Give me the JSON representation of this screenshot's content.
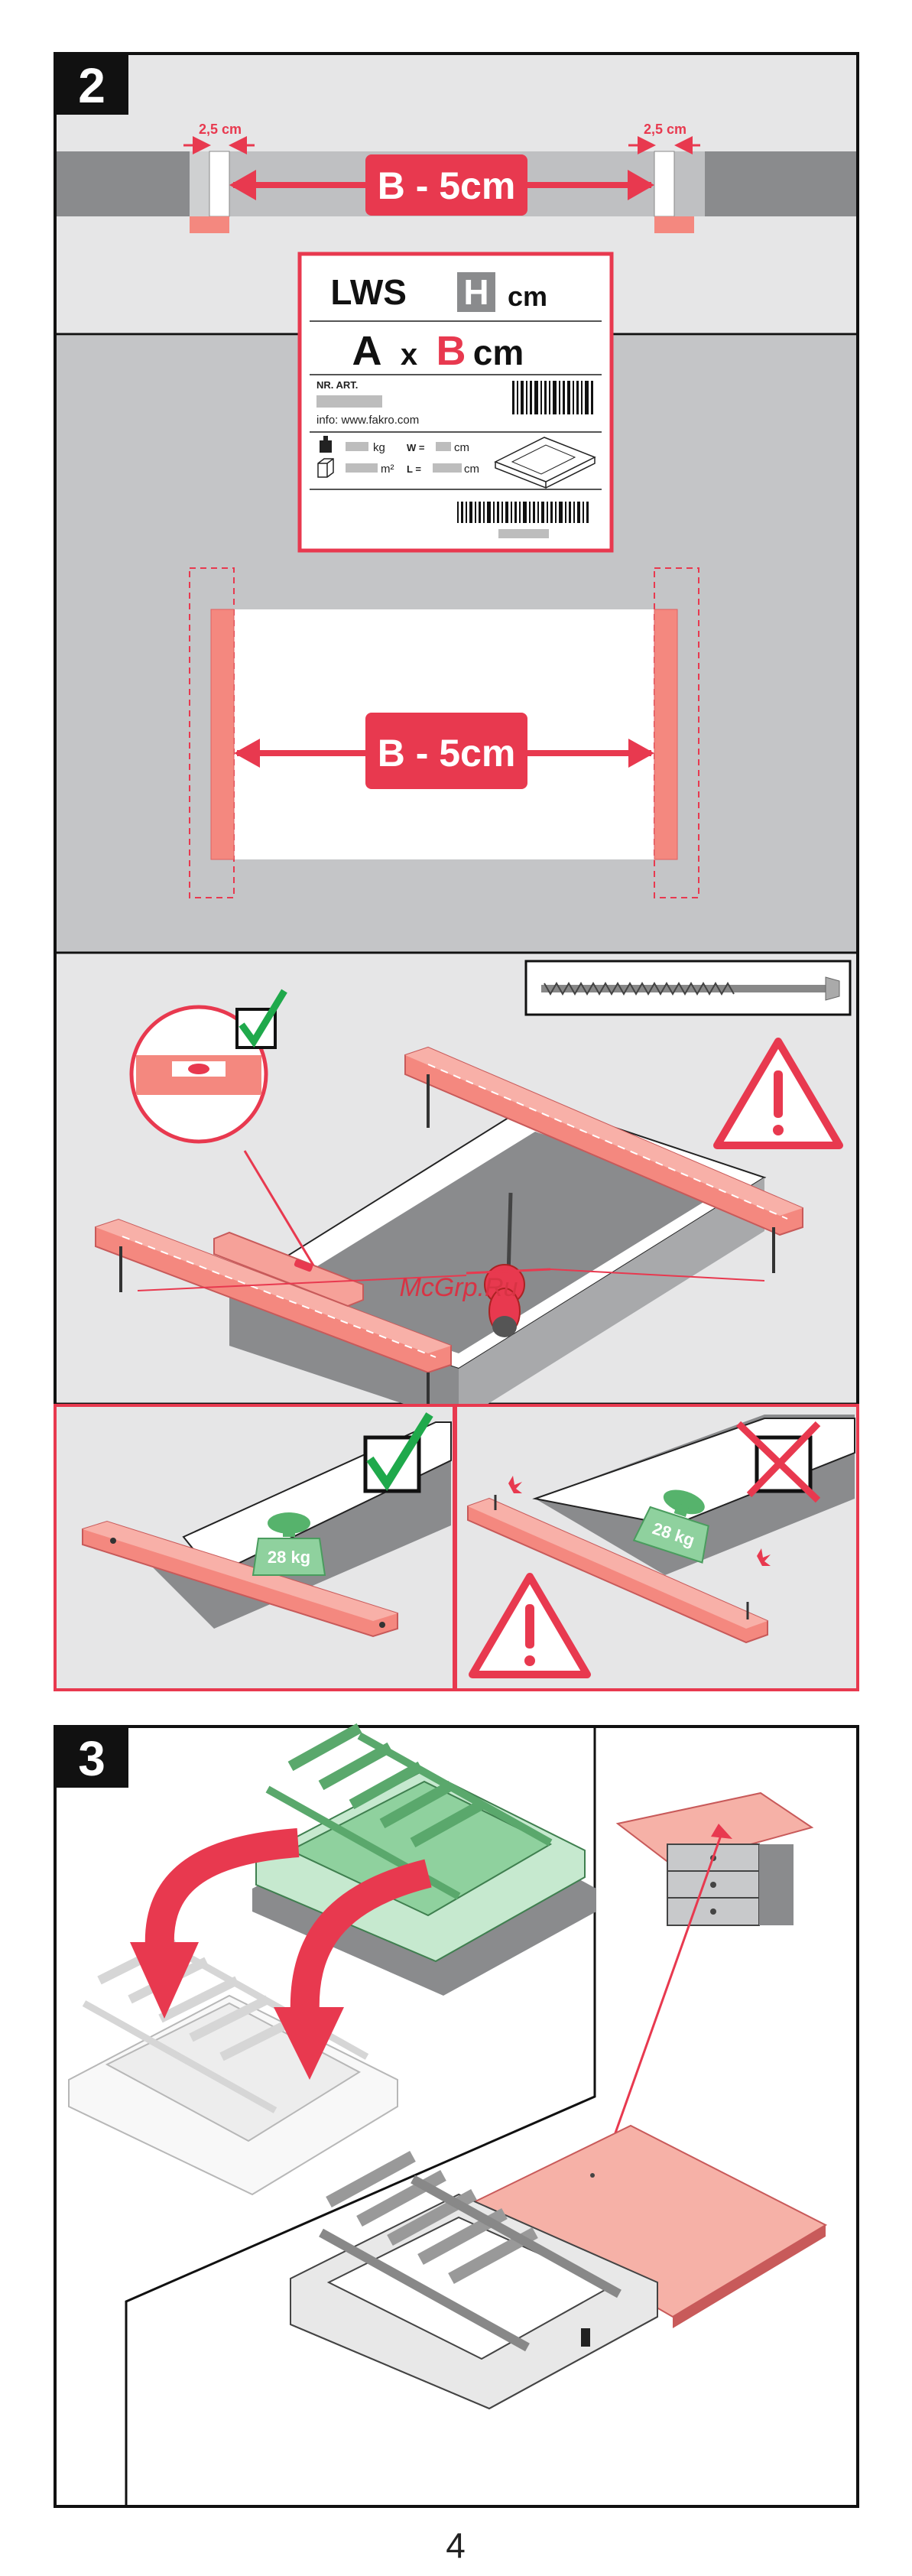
{
  "step2": {
    "number": "2",
    "gap_left": "2,5 cm",
    "gap_right": "2,5 cm",
    "width_top": "B - 5cm",
    "width_middle": "B - 5cm",
    "label": {
      "model": "LWS",
      "h_box": "H",
      "unit": "cm",
      "a": "A",
      "x": "x",
      "b": "B",
      "unit2": "cm",
      "art": "NR. ART.",
      "info": "info: www.fakro.com",
      "kg": "kg",
      "w": "W =",
      "w_unit": "cm",
      "m2": "m²",
      "l": "L =",
      "l_unit": "cm"
    },
    "watermark": "McGrp.Ru",
    "weight_ok": "28 kg",
    "weight_bad": "28 kg"
  },
  "step3": {
    "number": "3"
  },
  "page_number": "4",
  "colors": {
    "accent": "#e8394f",
    "salmon": "#f4887f",
    "panel_grey": "#c8c9cb",
    "dark_grey": "#8a8b8d",
    "green": "#8fd19e"
  }
}
